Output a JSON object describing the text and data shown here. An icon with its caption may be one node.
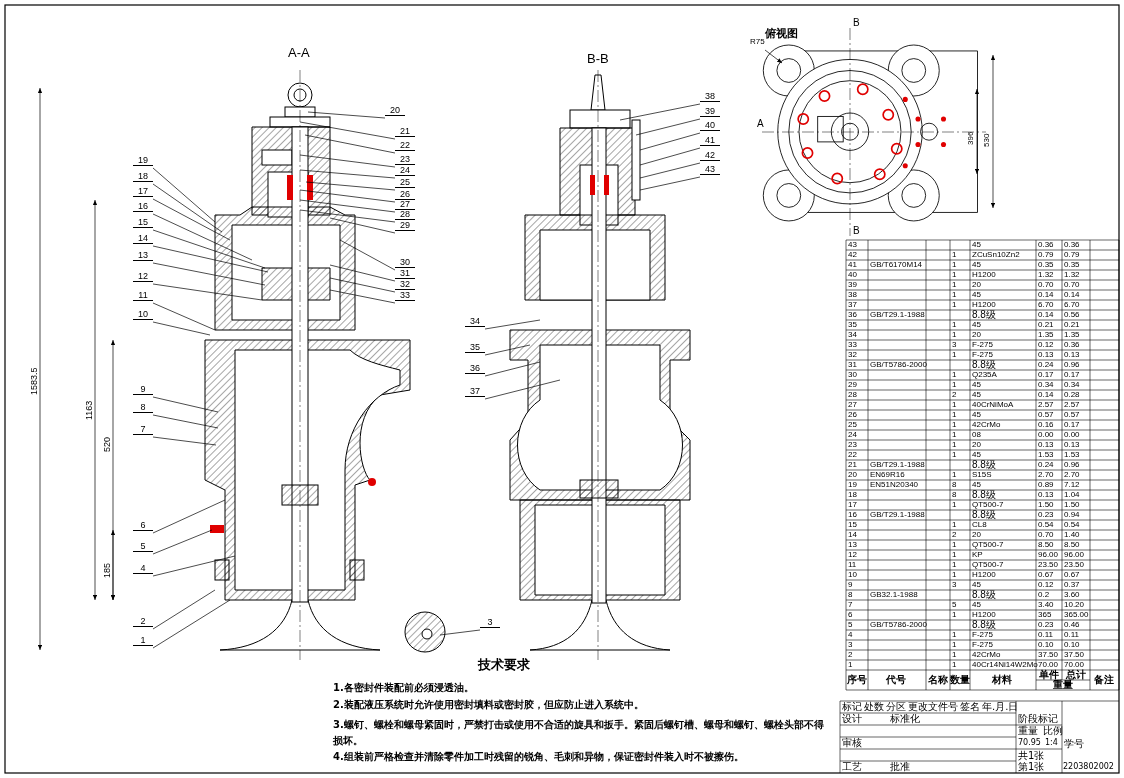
{
  "diagram": {
    "nodes": [
      {
        "text": [
          "1"
        ]
      },
      {
        "text": [
          "2"
        ]
      },
      {
        "text": [
          "3"
        ]
      },
      {
        "text": [
          "4"
        ]
      },
      {
        "text": [
          "5"
        ]
      },
      {
        "text": [
          "6"
        ]
      },
      {
        "text": [
          "7"
        ]
      },
      {
        "text": [
          "8"
        ]
      },
      {
        "text": [
          "9"
        ]
      },
      {
        "text": [
          "10"
        ]
      },
      {
        "text": [
          "11"
        ]
      },
      {
        "text": [
          "12"
        ]
      },
      {
        "text": [
          "13"
        ]
      },
      {
        "text": [
          "14"
        ]
      },
      {
        "text": [
          "15"
        ]
      },
      {
        "text": [
          "16"
        ]
      },
      {
        "text": [
          "17"
        ]
      },
      {
        "text": [
          "18"
        ]
      },
      {
        "text": [
          "19"
        ]
      },
      {
        "text": [
          "20"
        ]
      },
      {
        "text": [
          "21"
        ]
      },
      {
        "text": [
          "22"
        ]
      },
      {
        "text": [
          "23"
        ]
      },
      {
        "text": [
          "24"
        ]
      },
      {
        "text": [
          "25"
        ]
      },
      {
        "text": [
          "26"
        ]
      },
      {
        "text": [
          "27"
        ]
      },
      {
        "text": [
          "28"
        ]
      },
      {
        "text": [
          "29"
        ]
      },
      {
        "text": [
          "30"
        ]
      },
      {
        "text": [
          "31"
        ]
      },
      {
        "text": [
          "32"
        ]
      },
      {
        "text": [
          "33"
        ]
      },
      {
        "text": [
          "34"
        ]
      },
      {
        "text": [
          "35"
        ]
      },
      {
        "text": [
          "36"
        ]
      },
      {
        "text": [
          "37"
        ]
      },
      {
        "text": [
          "38"
        ]
      },
      {
        "text": [
          "39"
        ]
      },
      {
        "text": [
          "40"
        ]
      },
      {
        "text": [
          "41"
        ]
      },
      {
        "text": [
          "42"
        ]
      },
      {
        "text": [
          "43"
        ]
      }
    ],
    "edges": [
      {
        "from": 0,
        "to": null,
        "arrow": "none"
      },
      {
        "from": 1,
        "to": null,
        "arrow": "none"
      },
      {
        "from": 2,
        "to": null,
        "arrow": "none"
      },
      {
        "from": 3,
        "to": null,
        "arrow": "none"
      },
      {
        "from": 4,
        "to": null,
        "arrow": "none"
      },
      {
        "from": 5,
        "to": null,
        "arrow": "none"
      },
      {
        "from": 6,
        "to": null,
        "arrow": "none"
      },
      {
        "from": 7,
        "to": null,
        "arrow": "none"
      },
      {
        "from": 8,
        "to": null,
        "arrow": "none"
      },
      {
        "from": 9,
        "to": null,
        "arrow": "none"
      },
      {
        "from": 10,
        "to": null,
        "arrow": "none"
      },
      {
        "from": 11,
        "to": null,
        "arrow": "none"
      },
      {
        "from": 12,
        "to": null,
        "arrow": "none"
      },
      {
        "from": 13,
        "to": null,
        "arrow": "none"
      },
      {
        "from": 14,
        "to": null,
        "arrow": "none"
      },
      {
        "from": 15,
        "to": null,
        "arrow": "none"
      },
      {
        "from": 16,
        "to": null,
        "arrow": "none"
      },
      {
        "from": 17,
        "to": null,
        "arrow": "none"
      },
      {
        "from": 18,
        "to": null,
        "arrow": "none"
      },
      {
        "from": 19,
        "to": null,
        "arrow": "none"
      },
      {
        "from": 20,
        "to": null,
        "arrow": "none"
      },
      {
        "from": 21,
        "to": null,
        "arrow": "none"
      },
      {
        "from": 22,
        "to": null,
        "arrow": "none"
      },
      {
        "from": 23,
        "to": null,
        "arrow": "none"
      },
      {
        "from": 24,
        "to": null,
        "arrow": "none"
      },
      {
        "from": 25,
        "to": null,
        "arrow": "none"
      },
      {
        "from": 26,
        "to": null,
        "arrow": "none"
      },
      {
        "from": 27,
        "to": null,
        "arrow": "none"
      },
      {
        "from": 28,
        "to": null,
        "arrow": "none"
      },
      {
        "from": 29,
        "to": null,
        "arrow": "none"
      },
      {
        "from": 30,
        "to": null,
        "arrow": "none"
      },
      {
        "from": 31,
        "to": null,
        "arrow": "none"
      },
      {
        "from": 32,
        "to": null,
        "arrow": "none"
      },
      {
        "from": 33,
        "to": null,
        "arrow": "none"
      },
      {
        "from": 34,
        "to": null,
        "arrow": "none"
      },
      {
        "from": 35,
        "to": null,
        "arrow": "none"
      },
      {
        "from": 36,
        "to": null,
        "arrow": "none"
      },
      {
        "from": 37,
        "to": null,
        "arrow": "none"
      },
      {
        "from": 38,
        "to": null,
        "arrow": "none"
      },
      {
        "from": 39,
        "to": null,
        "arrow": "none"
      },
      {
        "from": 40,
        "to": null,
        "arrow": "none"
      },
      {
        "from": 41,
        "to": null,
        "arrow": "none"
      },
      {
        "from": 42,
        "to": null,
        "arrow": "none"
      }
    ],
    "labels": [
      "A-A",
      "B-B",
      "俯视图",
      "B",
      "B",
      "A",
      "R75",
      "396",
      "530",
      "1583.5",
      "1163",
      "520",
      "185",
      "技术要求",
      "1.各密封件装配前必须浸透油。",
      "2.装配液压系统时允许使用密封填料或密封胶，但应防止进入系统中。",
      "3.螺钉、螺栓和螺母紧固时，严禁打击或使用不合适的旋具和扳手。紧固后螺钉槽、螺母和螺钉、螺栓头部不得损坏。",
      "4.组装前严格检查并清除零件加工时残留的锐角、毛刺和异物，保证密封件装入时不被擦伤。",
      "43",
      "45",
      "0.36",
      "0.36",
      "42",
      "1",
      "ZCuSn10Zn2",
      "0.79",
      "0.79",
      "41",
      "GB/T6170M14",
      "1",
      "45",
      "0.35",
      "0.35",
      "40",
      "1",
      "H1200",
      "1.32",
      "1.32",
      "39",
      "1",
      "20",
      "0.70",
      "0.70",
      "38",
      "1",
      "45",
      "0.14",
      "0.14",
      "37",
      "1",
      "H1200",
      "6.70",
      "6.70",
      "36",
      "GB/T29.1-1988",
      "8.8级",
      "0.14",
      "0.56",
      "35",
      "1",
      "45",
      "0.21",
      "0.21",
      "34",
      "1",
      "20",
      "1.35",
      "1.35",
      "33",
      "3",
      "F-275",
      "0.12",
      "0.36",
      "32",
      "1",
      "F-275",
      "0.13",
      "0.13",
      "31",
      "GB/T5786-2000",
      "8.8级",
      "0.24",
      "0.96",
      "30",
      "1",
      "Q235A",
      "0.17",
      "0.17",
      "29",
      "1",
      "45",
      "0.34",
      "0.34",
      "28",
      "2",
      "45",
      "0.14",
      "0.28",
      "27",
      "1",
      "40CrNiMoA",
      "2.57",
      "2.57",
      "26",
      "1",
      "45",
      "0.57",
      "0.57",
      "25",
      "1",
      "42CrMo",
      "0.16",
      "0.17",
      "24",
      "1",
      "08",
      "0.00",
      "0.00",
      "23",
      "1",
      "20",
      "0.13",
      "0.13",
      "22",
      "1",
      "45",
      "1.53",
      "1.53",
      "21",
      "GB/T29.1-1988",
      "8.8级",
      "0.24",
      "0.96",
      "20",
      "EN69R16",
      "1",
      "S15S",
      "2.70",
      "2.70",
      "19",
      "EN51N20340",
      "8",
      "45",
      "0.89",
      "7.12",
      "18",
      "8",
      "8.8级",
      "0.13",
      "1.04",
      "17",
      "1",
      "QT500-7",
      "1.50",
      "1.50",
      "16",
      "GB/T29.1-1988",
      "8.8级",
      "0.23",
      "0.94",
      "15",
      "1",
      "CL8",
      "0.54",
      "0.54",
      "14",
      "2",
      "20",
      "0.70",
      "1.40",
      "13",
      "1",
      "QT500-7",
      "8.50",
      "8.50",
      "12",
      "1",
      "KP",
      "96.00",
      "96.00",
      "11",
      "1",
      "QT500-7",
      "23.50",
      "23.50",
      "10",
      "1",
      "H1200",
      "0.67",
      "0.67",
      "9",
      "3",
      "45",
      "0.12",
      "0.37",
      "8",
      "GB32.1-1988",
      "8.8级",
      "0.2",
      "3.60",
      "7",
      "5",
      "45",
      "3.40",
      "10.20",
      "6",
      "1",
      "H1200",
      "365",
      "365.00",
      "5",
      "GB/T5786-2000",
      "8.8级",
      "0.23",
      "0.46",
      "4",
      "1",
      "F-275",
      "0.11",
      "0.11",
      "3",
      "1",
      "F-275",
      "0.10",
      "0.10",
      "2",
      "1",
      "42CrMo",
      "37.50",
      "37.50",
      "1",
      "1",
      "40Cr14Ni14W2Mo",
      "70.00",
      "70.00",
      "序号",
      "代号",
      "名称",
      "数量",
      "材料",
      "单件",
      "总计",
      "重量",
      "备注",
      "标记",
      "处数",
      "分区",
      "更改文件号",
      "签名",
      "年.月.日",
      "设计",
      "标准化",
      "阶段标记",
      "重量",
      "比例",
      "审核",
      "70.95",
      "1:4",
      "学号",
      "共1张",
      "工艺",
      "批准",
      "第1张",
      "2203802002"
    ]
  }
}
